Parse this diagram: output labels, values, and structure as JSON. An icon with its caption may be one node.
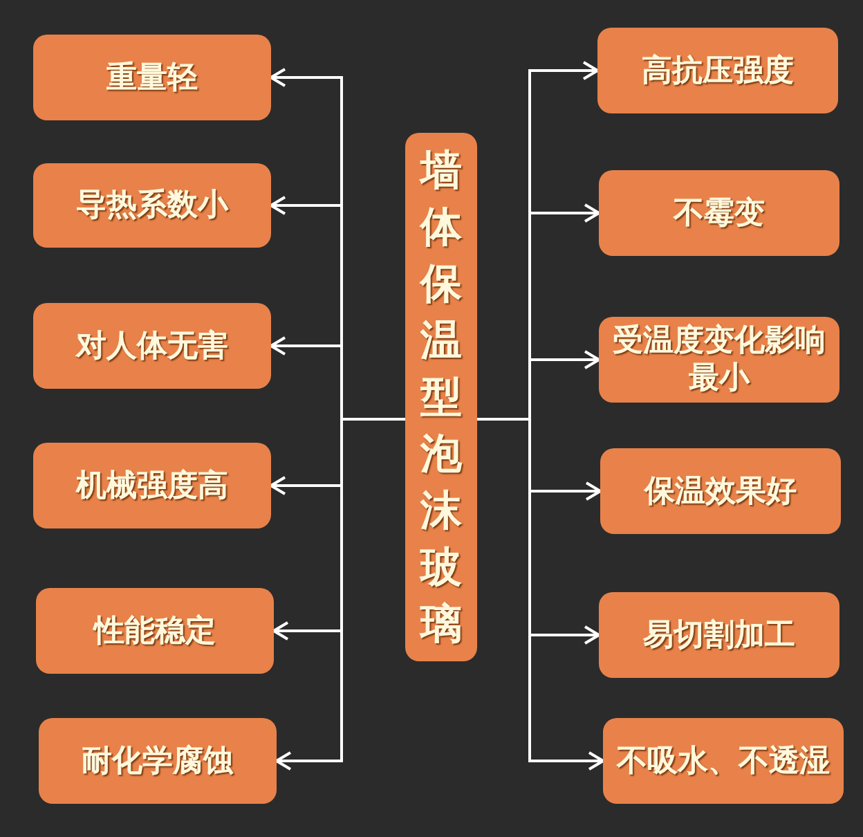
{
  "diagram": {
    "nodes": [
      {
        "text": [
          "墙体保温型泡沫玻璃"
        ]
      },
      {
        "text": [
          "重量轻"
        ]
      },
      {
        "text": [
          "导热系数小"
        ]
      },
      {
        "text": [
          "对人体无害"
        ]
      },
      {
        "text": [
          "机械强度高"
        ]
      },
      {
        "text": [
          "性能稳定"
        ]
      },
      {
        "text": [
          "耐化学腐蚀"
        ]
      },
      {
        "text": [
          "高抗压强度"
        ]
      },
      {
        "text": [
          "不霉变"
        ]
      },
      {
        "text": [
          "受温度变化影响最小"
        ]
      },
      {
        "text": [
          "保温效果好"
        ]
      },
      {
        "text": [
          "易切割加工"
        ]
      },
      {
        "text": [
          "不吸水、不透湿"
        ]
      }
    ],
    "edges": [
      {
        "from": 0,
        "to": 1,
        "arrow": "to"
      },
      {
        "from": 0,
        "to": 2,
        "arrow": "to"
      },
      {
        "from": 0,
        "to": 3,
        "arrow": "to"
      },
      {
        "from": 0,
        "to": 4,
        "arrow": "to"
      },
      {
        "from": 0,
        "to": 5,
        "arrow": "to"
      },
      {
        "from": 0,
        "to": 6,
        "arrow": "to"
      },
      {
        "from": 0,
        "to": 7,
        "arrow": "to"
      },
      {
        "from": 0,
        "to": 8,
        "arrow": "to"
      },
      {
        "from": 0,
        "to": 9,
        "arrow": "to"
      },
      {
        "from": 0,
        "to": 10,
        "arrow": "to"
      },
      {
        "from": 0,
        "to": 11,
        "arrow": "to"
      },
      {
        "from": 0,
        "to": 12,
        "arrow": "to"
      }
    ]
  }
}
